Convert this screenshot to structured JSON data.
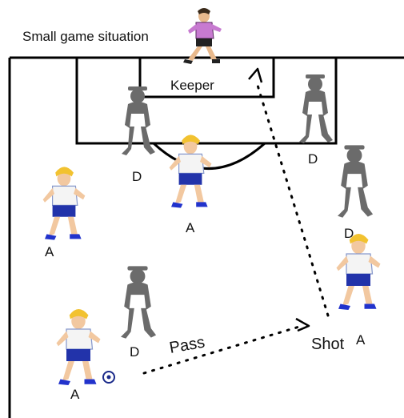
{
  "title": "Small game situation",
  "labels": {
    "keeper": "Keeper",
    "defender": "D",
    "attacker": "A",
    "pass": "Pass",
    "shot": "Shot"
  },
  "colors": {
    "line": "#000000",
    "defender": "#6b6b6b",
    "keeper": "#c77ad0",
    "attacker_shirt": "#f4f4f4",
    "attacker_shorts": "#2233aa",
    "attacker_hair": "#f2c230"
  },
  "pieces": [
    {
      "role": "keeper",
      "name": "keeper-figure"
    },
    {
      "role": "defender",
      "name": "defender-figure"
    },
    {
      "role": "defender",
      "name": "defender-figure"
    },
    {
      "role": "defender",
      "name": "defender-figure"
    },
    {
      "role": "defender",
      "name": "defender-figure"
    },
    {
      "role": "attacker",
      "name": "attacker-figure"
    },
    {
      "role": "attacker",
      "name": "attacker-figure"
    },
    {
      "role": "attacker",
      "name": "attacker-figure"
    },
    {
      "role": "attacker",
      "name": "attacker-figure"
    }
  ],
  "ball": {
    "icon": "soccer-ball-icon"
  }
}
